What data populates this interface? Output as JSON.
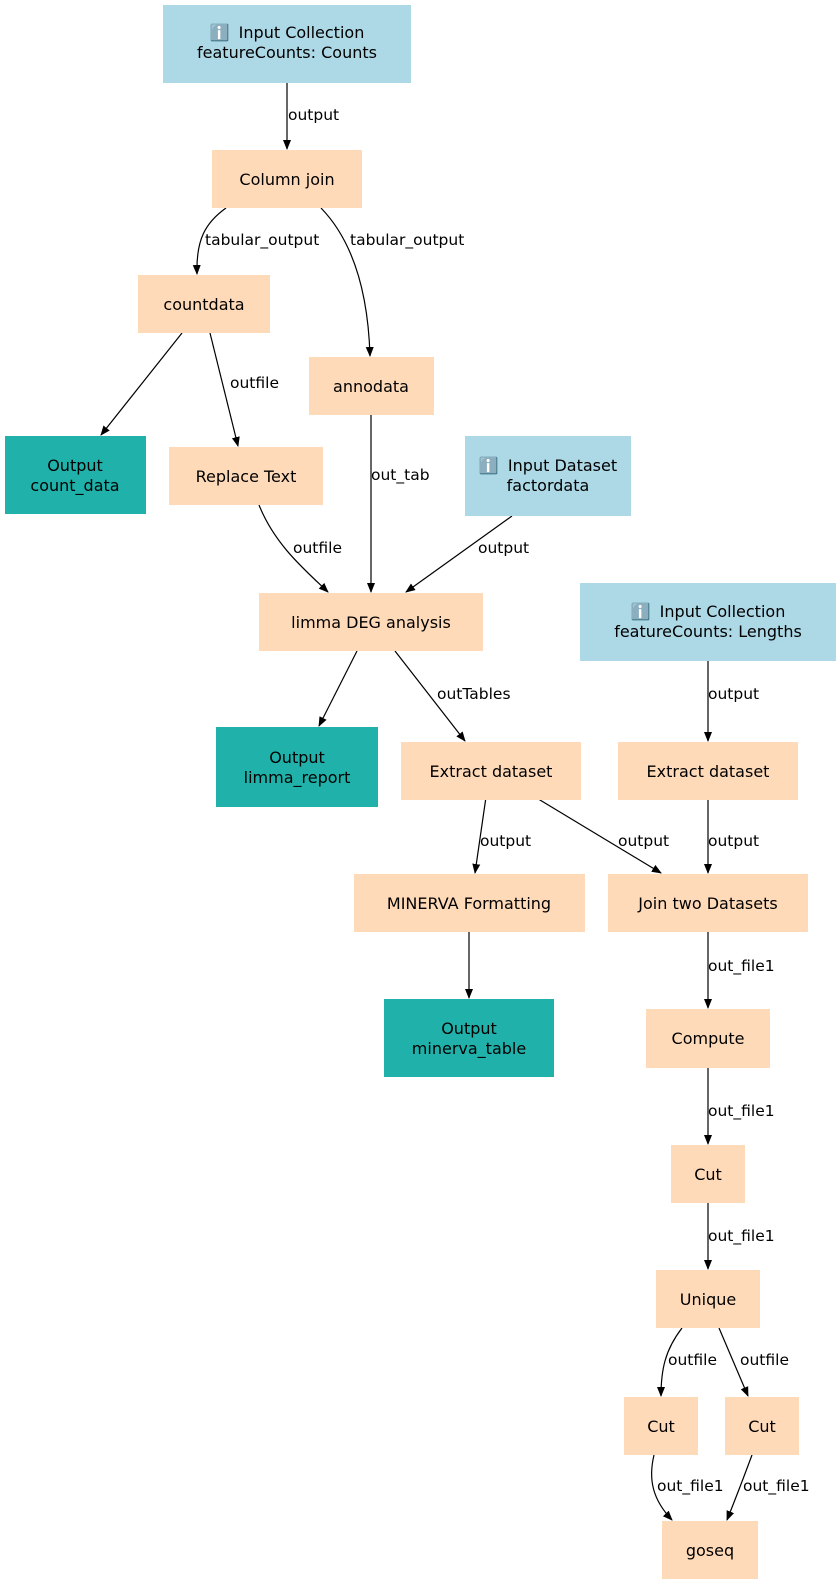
{
  "colors": {
    "input": "#add8e6",
    "tool": "#ffdab9",
    "output": "#20b2aa",
    "edge": "#000000"
  },
  "icons": {
    "info": "info-icon"
  },
  "nodes": {
    "input_counts": {
      "type": "input",
      "icon": "ℹ️",
      "lines": [
        "Input Collection",
        "featureCounts: Counts"
      ]
    },
    "column_join": {
      "type": "tool",
      "lines": [
        "Column join"
      ]
    },
    "countdata": {
      "type": "tool",
      "lines": [
        "countdata"
      ]
    },
    "annodata": {
      "type": "tool",
      "lines": [
        "annodata"
      ]
    },
    "output_count_data": {
      "type": "output",
      "lines": [
        "Output",
        "count_data"
      ]
    },
    "replace_text": {
      "type": "tool",
      "lines": [
        "Replace Text"
      ]
    },
    "input_factordata": {
      "type": "input",
      "icon": "ℹ️",
      "lines": [
        "Input Dataset",
        "factordata"
      ]
    },
    "limma": {
      "type": "tool",
      "lines": [
        "limma DEG analysis"
      ]
    },
    "input_lengths": {
      "type": "input",
      "icon": "ℹ️",
      "lines": [
        "Input Collection",
        "featureCounts: Lengths"
      ]
    },
    "output_limma_report": {
      "type": "output",
      "lines": [
        "Output",
        "limma_report"
      ]
    },
    "extract1": {
      "type": "tool",
      "lines": [
        "Extract dataset"
      ]
    },
    "extract2": {
      "type": "tool",
      "lines": [
        "Extract dataset"
      ]
    },
    "minerva": {
      "type": "tool",
      "lines": [
        "MINERVA Formatting"
      ]
    },
    "join_two": {
      "type": "tool",
      "lines": [
        "Join two Datasets"
      ]
    },
    "output_minerva": {
      "type": "output",
      "lines": [
        "Output",
        "minerva_table"
      ]
    },
    "compute": {
      "type": "tool",
      "lines": [
        "Compute"
      ]
    },
    "cut1": {
      "type": "tool",
      "lines": [
        "Cut"
      ]
    },
    "unique": {
      "type": "tool",
      "lines": [
        "Unique"
      ]
    },
    "cut2": {
      "type": "tool",
      "lines": [
        "Cut"
      ]
    },
    "cut3": {
      "type": "tool",
      "lines": [
        "Cut"
      ]
    },
    "goseq": {
      "type": "tool",
      "lines": [
        "goseq"
      ]
    }
  },
  "edges": {
    "e1": {
      "from": "input_counts",
      "to": "column_join",
      "label": "output"
    },
    "e2": {
      "from": "column_join",
      "to": "countdata",
      "label": "tabular_output"
    },
    "e3": {
      "from": "column_join",
      "to": "annodata",
      "label": "tabular_output"
    },
    "e4": {
      "from": "countdata",
      "to": "output_count_data",
      "label": ""
    },
    "e5": {
      "from": "countdata",
      "to": "replace_text",
      "label": "outfile"
    },
    "e6": {
      "from": "annodata",
      "to": "limma",
      "label": "out_tab"
    },
    "e7": {
      "from": "replace_text",
      "to": "limma",
      "label": "outfile"
    },
    "e8": {
      "from": "input_factordata",
      "to": "limma",
      "label": "output"
    },
    "e9": {
      "from": "limma",
      "to": "output_limma_report",
      "label": ""
    },
    "e10": {
      "from": "limma",
      "to": "extract1",
      "label": "outTables"
    },
    "e11": {
      "from": "input_lengths",
      "to": "extract2",
      "label": "output"
    },
    "e12": {
      "from": "extract1",
      "to": "minerva",
      "label": "output"
    },
    "e13": {
      "from": "extract1",
      "to": "join_two",
      "label": "output"
    },
    "e14": {
      "from": "extract2",
      "to": "join_two",
      "label": "output"
    },
    "e15": {
      "from": "minerva",
      "to": "output_minerva",
      "label": ""
    },
    "e16": {
      "from": "join_two",
      "to": "compute",
      "label": "out_file1"
    },
    "e17": {
      "from": "compute",
      "to": "cut1",
      "label": "out_file1"
    },
    "e18": {
      "from": "cut1",
      "to": "unique",
      "label": "out_file1"
    },
    "e19": {
      "from": "unique",
      "to": "cut2",
      "label": "outfile"
    },
    "e20": {
      "from": "unique",
      "to": "cut3",
      "label": "outfile"
    },
    "e21": {
      "from": "cut2",
      "to": "goseq",
      "label": "out_file1"
    },
    "e22": {
      "from": "cut3",
      "to": "goseq",
      "label": "out_file1"
    }
  }
}
